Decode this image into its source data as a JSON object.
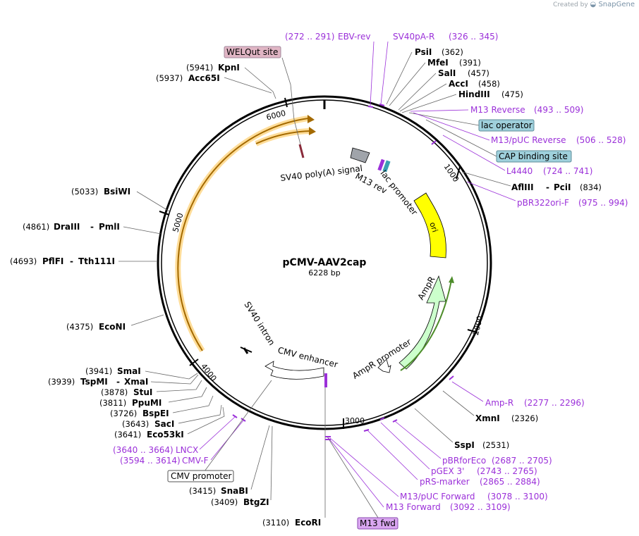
{
  "credit": {
    "created_by": "Created by",
    "brand": "SnapGene"
  },
  "plasmid": {
    "name": "pCMV-AAV2cap",
    "size": "6228 bp"
  },
  "ticks": [
    "1000",
    "2000",
    "3000",
    "4000",
    "5000",
    "6000"
  ],
  "features": {
    "ori": "ori",
    "ampr": "AmpR",
    "ampr_promoter": "AmpR promoter",
    "cmv_enhancer": "CMV enhancer",
    "sv40_intron": "SV40 intron",
    "sv40_polya": "SV40 poly(A) signal",
    "m13_rev": "M13 rev",
    "lac_promoter": "lac promoter"
  },
  "boxed_features": {
    "welqut": "WELQut site",
    "lac_operator": "lac operator",
    "cap_binding": "CAP binding site",
    "cmv_promoter": "CMV promoter",
    "m13_fwd": "M13 fwd"
  },
  "colors": {
    "backbone": "#000000",
    "ori": "#ffff00",
    "ampr": "#ccffcc",
    "cap_orf": "#ffdd99",
    "primer": "#9b30d9",
    "lac_operator": "#9fd0dc",
    "welqut": "#e0b5c4"
  },
  "enzymes": {
    "kpni": {
      "name": "KpnI",
      "pos": "(5941)"
    },
    "acc65i": {
      "name": "Acc65I",
      "pos": "(5937)"
    },
    "psii": {
      "name": "PsiI",
      "pos": "(362)"
    },
    "mfei": {
      "name": "MfeI",
      "pos": "(391)"
    },
    "sali": {
      "name": "SalI",
      "pos": "(457)"
    },
    "acci": {
      "name": "AccI",
      "pos": "(458)"
    },
    "hindiii": {
      "name": "HindIII",
      "pos": "(475)"
    },
    "afliii": {
      "name": "AflIII",
      "sep": "-",
      "name2": "PciI",
      "pos": "(834)"
    },
    "bsiwi": {
      "name": "BsiWI",
      "pos": "(5033)"
    },
    "draiii": {
      "name": "DraIII",
      "sep": "-",
      "name2": "PmlI",
      "pos": "(4861)"
    },
    "pflfi": {
      "name": "PflFI",
      "sep": "-",
      "name2": "Tth111I",
      "pos": "(4693)"
    },
    "econi": {
      "name": "EcoNI",
      "pos": "(4375)"
    },
    "smai": {
      "name": "SmaI",
      "pos": "(3941)"
    },
    "tspmi": {
      "name": "TspMI",
      "sep": "-",
      "name2": "XmaI",
      "pos": "(3939)"
    },
    "stui": {
      "name": "StuI",
      "pos": "(3878)"
    },
    "ppumi": {
      "name": "PpuMI",
      "pos": "(3811)"
    },
    "bspei": {
      "name": "BspEI",
      "pos": "(3726)"
    },
    "saci": {
      "name": "SacI",
      "pos": "(3643)"
    },
    "eco53ki": {
      "name": "Eco53kI",
      "pos": "(3641)"
    },
    "snabi": {
      "name": "SnaBI",
      "pos": "(3415)"
    },
    "btgzi": {
      "name": "BtgZI",
      "pos": "(3409)"
    },
    "ecori": {
      "name": "EcoRI",
      "pos": "(3110)"
    },
    "xmni": {
      "name": "XmnI",
      "pos": "(2326)"
    },
    "sspi": {
      "name": "SspI",
      "pos": "(2531)"
    }
  },
  "primers": {
    "ebv_rev": {
      "name": "EBV-rev",
      "range": "(272 .. 291)"
    },
    "sv40pa_r": {
      "name": "SV40pA-R",
      "range": "(326 .. 345)"
    },
    "m13_reverse": {
      "name": "M13 Reverse",
      "range": "(493 .. 509)"
    },
    "m13_puc_reverse": {
      "name": "M13/pUC Reverse",
      "range": "(506 .. 528)"
    },
    "l4440": {
      "name": "L4440",
      "range": "(724 .. 741)"
    },
    "pbr322ori_f": {
      "name": "pBR322ori-F",
      "range": "(975 .. 994)"
    },
    "amp_r": {
      "name": "Amp-R",
      "range": "(2277 .. 2296)"
    },
    "pbrforeco": {
      "name": "pBRforEco",
      "range": "(2687 .. 2705)"
    },
    "pgex3": {
      "name": "pGEX 3'",
      "range": "(2743 .. 2765)"
    },
    "prs_marker": {
      "name": "pRS-marker",
      "range": "(2865 .. 2884)"
    },
    "m13_puc_forward": {
      "name": "M13/pUC Forward",
      "range": "(3078 .. 3100)"
    },
    "m13_forward": {
      "name": "M13 Forward",
      "range": "(3092 .. 3109)"
    },
    "lncx": {
      "name": "LNCX",
      "range": "(3640 .. 3664)"
    },
    "cmv_f": {
      "name": "CMV-F",
      "range": "(3594 .. 3614)"
    }
  }
}
